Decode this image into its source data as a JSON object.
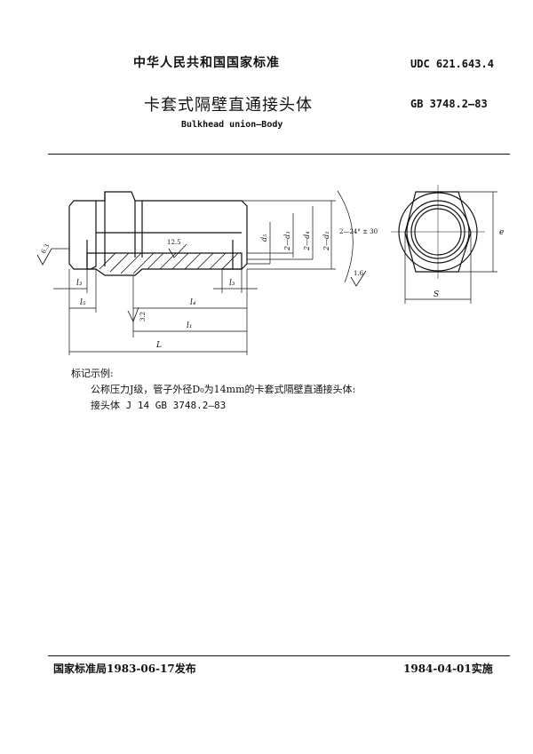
{
  "header": {
    "standard_title": "中华人民共和国国家标准",
    "udc": "UDC  621.643.4",
    "doc_title": "卡套式隔壁直通接头体",
    "gb_number": "GB  3748.2—83",
    "english_title": "Bulkhead union—Body"
  },
  "drawing": {
    "dimensions": {
      "l3_left": "l₃",
      "l5": "l₅",
      "l4": "l₄",
      "l1": "l₁",
      "L": "L",
      "l3_right": "l₃",
      "d5": "d₅",
      "d3": "2—d₃",
      "d4": "2—d₄",
      "d2": "2—d₂",
      "angle": "2—24° ± 30′",
      "e": "e",
      "S": "S"
    },
    "roughness": {
      "r63": "6.3",
      "r125": "12.5",
      "r16": "1.6",
      "r32": "3.2"
    }
  },
  "example": {
    "heading": "标记示例:",
    "line1": "公称压力J级，管子外径D₀为14mm的卡套式隔壁直通接头体:",
    "line2": "接头体  J 14  GB  3748.2—83"
  },
  "footer": {
    "published": "国家标准局1983-06-17发布",
    "implemented": "1984-04-01实施"
  }
}
